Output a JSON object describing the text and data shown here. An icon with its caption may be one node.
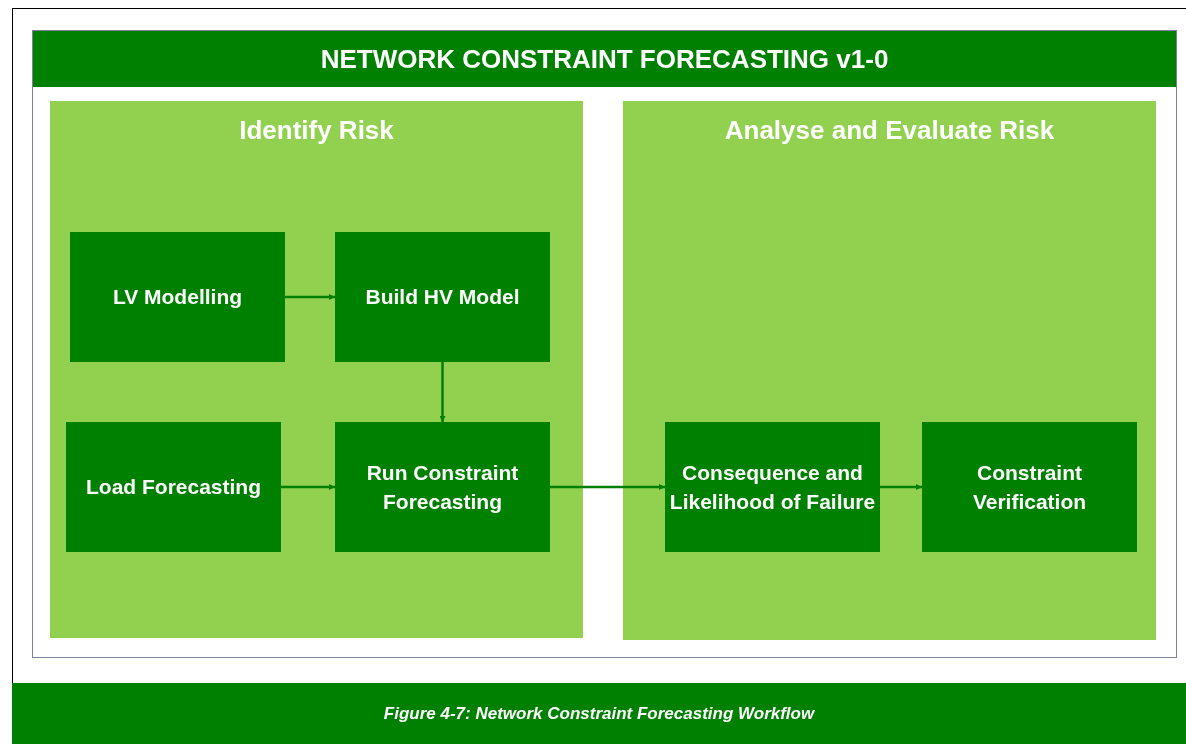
{
  "diagram": {
    "title": "NETWORK CONSTRAINT FORECASTING v1-0",
    "caption": "Figure 4-7: Network Constraint Forecasting Workflow",
    "nodes": [
      {
        "text": [
          "Identify Risk"
        ]
      },
      {
        "text": [
          "LV Modelling"
        ],
        "in": 0
      },
      {
        "text": [
          "Build HV Model"
        ],
        "in": 0
      },
      {
        "text": [
          "Load Forecasting"
        ],
        "in": 0
      },
      {
        "text": [
          "Run Constraint Forecasting"
        ],
        "in": 0
      },
      {
        "text": [
          "Analyse and Evaluate Risk"
        ]
      },
      {
        "text": [
          "Consequence and Likelihood of Failure"
        ],
        "in": 5
      },
      {
        "text": [
          "Constraint Verification"
        ],
        "in": 5
      }
    ],
    "edges": [
      {
        "from": 1,
        "to": 2,
        "arrow": "to"
      },
      {
        "from": 2,
        "to": 4,
        "arrow": "to"
      },
      {
        "from": 3,
        "to": 4,
        "arrow": "to"
      },
      {
        "from": 4,
        "to": 6,
        "arrow": "to"
      },
      {
        "from": 6,
        "to": 7,
        "arrow": "to"
      }
    ]
  }
}
